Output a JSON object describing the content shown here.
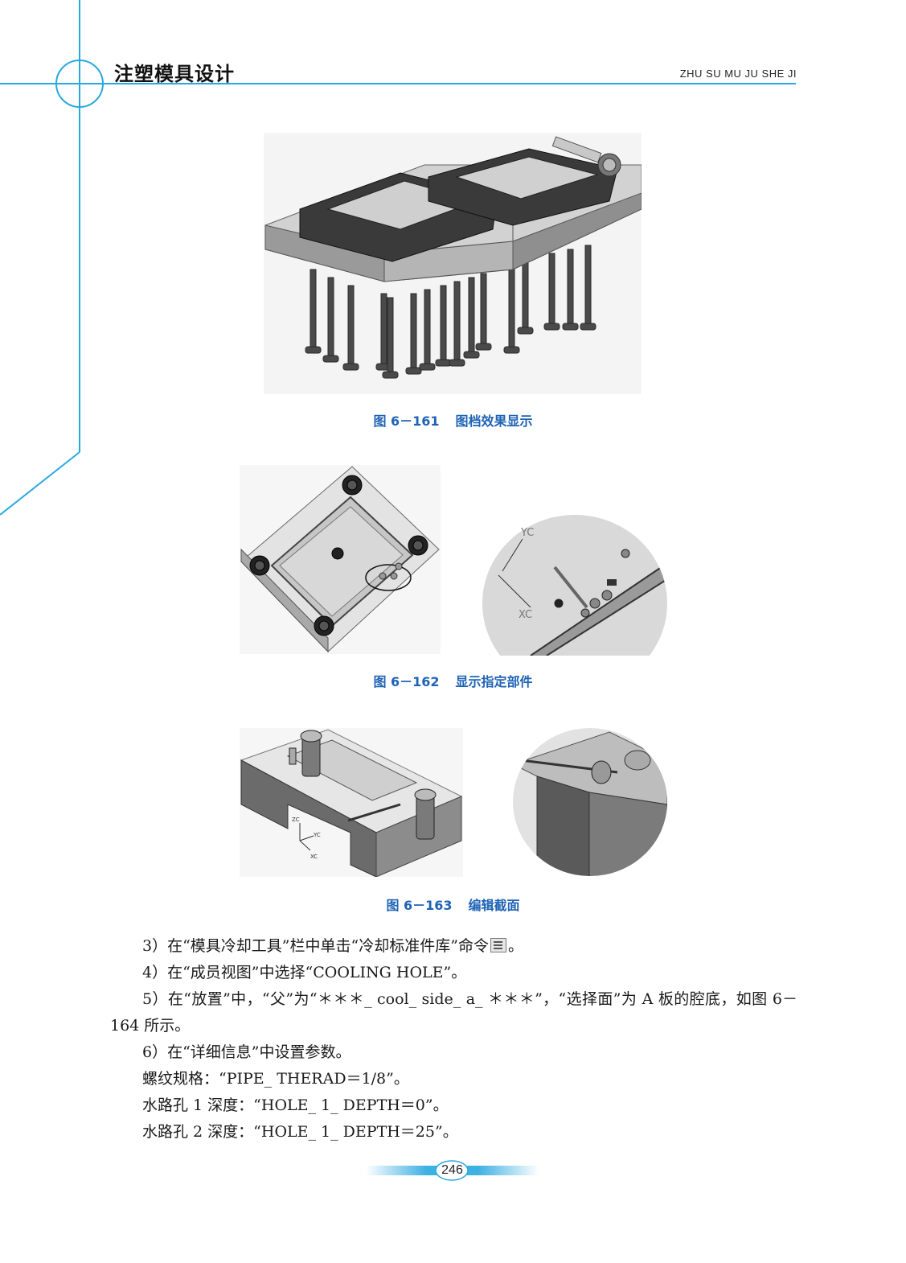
{
  "header": {
    "title": "注塑模具设计",
    "pinyin": "ZHU SU MU JU SHE JI"
  },
  "figures": [
    {
      "number": "图 6－161",
      "title": "图档效果显示"
    },
    {
      "number": "图 6－162",
      "title": "显示指定部件"
    },
    {
      "number": "图 6－163",
      "title": "编辑截面"
    }
  ],
  "figure_labels": {
    "f162_yc": "YC",
    "f162_xc": "XC",
    "f163_zc": "ZC",
    "f163_yc": "YC",
    "f163_xc": "XC"
  },
  "paragraphs": [
    {
      "pre": "3）在“模具冷却工具”栏中单击“冷却标准件库”命令",
      "post": "。"
    },
    {
      "text": "4）在“成员视图”中选择“COOLING HOLE”。"
    },
    {
      "text": "5）在“放置”中，“父”为“＊＊＊_ cool_ side_ a_ ＊＊＊”，“选择面”为 A 板的腔底，如图 6－164 所示。"
    },
    {
      "text": "6）在“详细信息”中设置参数。"
    },
    {
      "text": "螺纹规格：“PIPE_ THERAD＝1/8”。"
    },
    {
      "text": "水路孔 1 深度：“HOLE_ 1_ DEPTH＝0”。"
    },
    {
      "text": "水路孔 2 深度：“HOLE_ 1_ DEPTH＝25”。"
    }
  ],
  "page_number": "246",
  "colors": {
    "accent": "#29a8e0",
    "caption": "#1f63b6"
  }
}
